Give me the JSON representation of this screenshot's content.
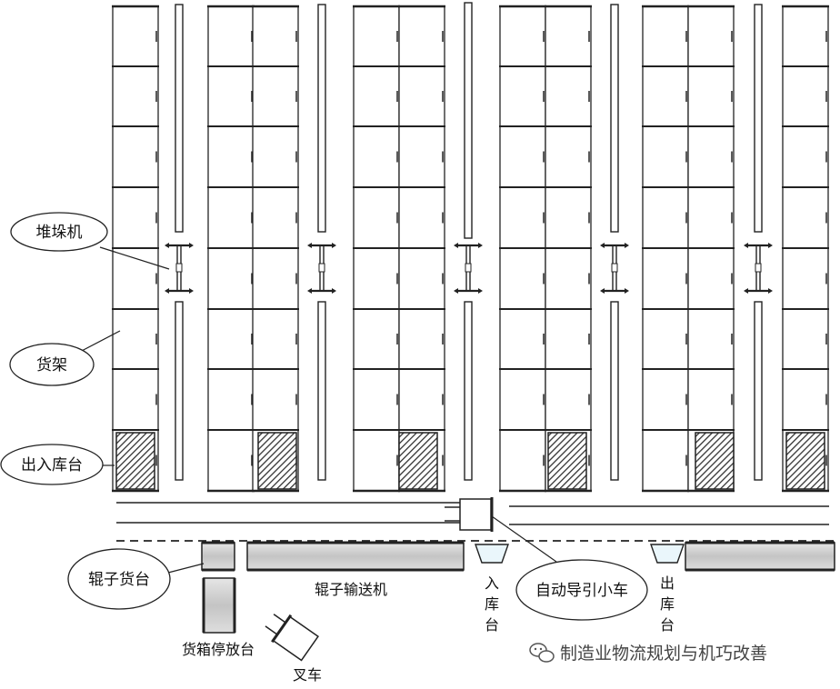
{
  "callouts": {
    "stacker": "堆垛机",
    "shelf": "货架",
    "io_station": "出入库台",
    "roller_stand": "辊子货台",
    "agv": "自动导引小车"
  },
  "labels": {
    "roller_conveyor": "辊子输送机",
    "inbound": [
      "入",
      "库",
      "台"
    ],
    "outbound": [
      "出",
      "库",
      "台"
    ],
    "box_parking": "货箱停放台",
    "forklift": "叉车"
  },
  "watermark": {
    "text": "制造业物流规划与机巧改善",
    "icon": "wechat-icon"
  },
  "colors": {
    "line": "#222222",
    "hatch": "#333333",
    "conveyor_fill": "#d0d0d0"
  }
}
